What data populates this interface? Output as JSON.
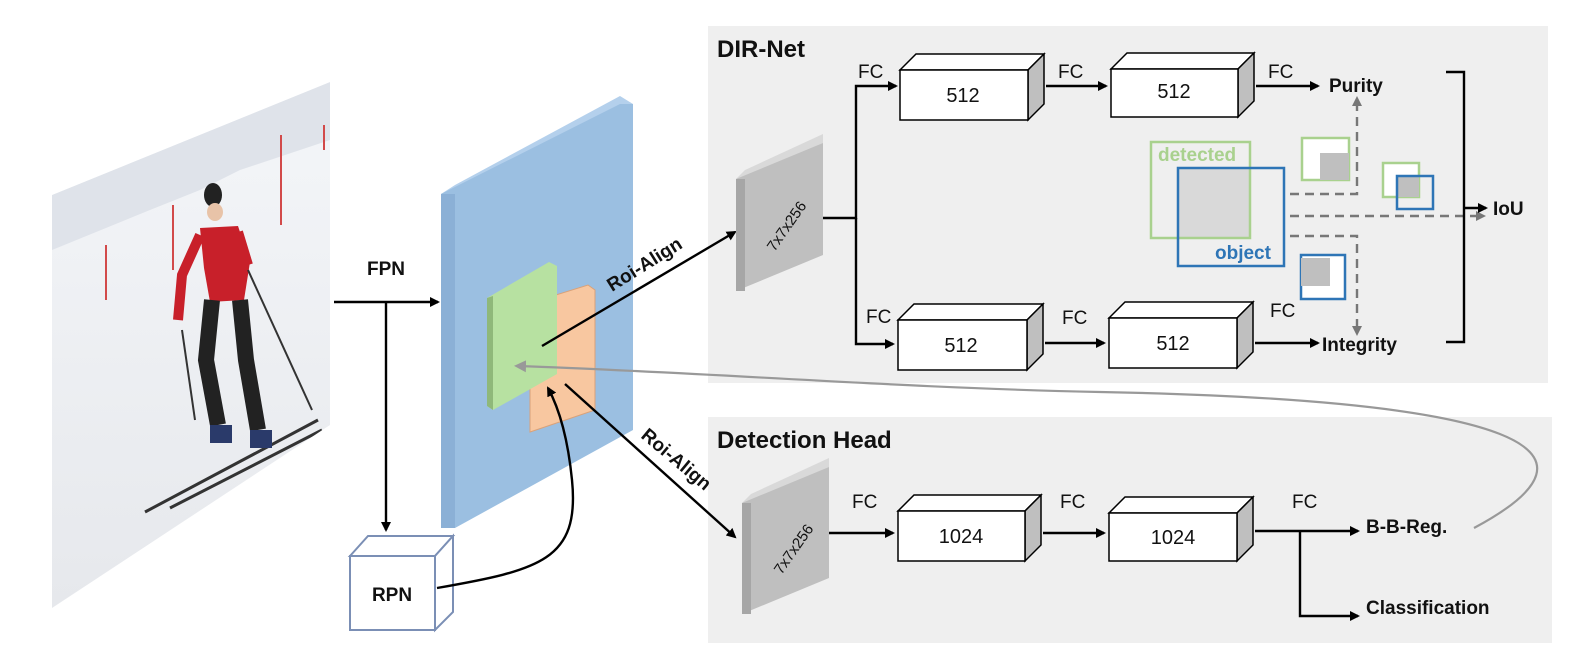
{
  "panels": {
    "dir_net_title": "DIR-Net",
    "detection_head_title": "Detection Head"
  },
  "labels": {
    "fpn": "FPN",
    "rpn": "RPN",
    "roi_align_top": "Roi-Align",
    "roi_align_bottom": "Roi-Align",
    "fc": "FC",
    "feature_top": "7x7x256",
    "feature_bottom": "7x7x256",
    "dir_top_1": "512",
    "dir_top_2": "512",
    "dir_bot_1": "512",
    "dir_bot_2": "512",
    "det_1": "1024",
    "det_2": "1024",
    "purity": "Purity",
    "integrity": "Integrity",
    "iou": "IoU",
    "detected": "detected",
    "object": "object",
    "bbreg": "B-B-Reg.",
    "classification": "Classification"
  },
  "colors": {
    "panel_bg": "#efefef",
    "fpn_blue": "#9bbfe1",
    "roi_green": "#b7e1a1",
    "roi_orange": "#f8c7a0",
    "detected_green": "#a9d18e",
    "object_blue": "#2e75b6",
    "gray_block": "#bfbfbf"
  },
  "image": {
    "subject": "skier-photo"
  }
}
